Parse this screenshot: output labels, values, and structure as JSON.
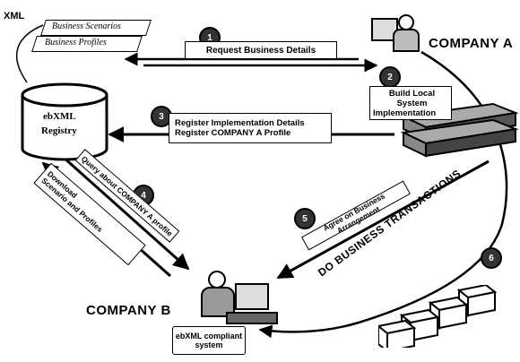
{
  "diagram": {
    "xml_label": "XML",
    "docs": {
      "scenarios": "Business Scenarios",
      "profiles": "Business Profiles"
    },
    "registry": {
      "line1": "ebXML",
      "line2": "Registry"
    },
    "company_a": "COMPANY A",
    "company_b": "COMPANY B",
    "steps": {
      "request": "Request Business Details",
      "build_line1": "Build Local System",
      "build_line2": "Implementation",
      "register_line1": "Register Implementation Details",
      "register_line2": "Register COMPANY A Profile",
      "query": "Query about COMPANY A profile",
      "download_line1": "Download",
      "download_line2": "Scenario and Profiles",
      "agree": "Agree on Business Arrangement",
      "do_transactions": "DO BUSINESS TRANSACTIONS",
      "compliant_line1": "ebXML compliant",
      "compliant_line2": "system"
    },
    "step_numbers": [
      "1",
      "2",
      "3",
      "4",
      "5",
      "6"
    ]
  }
}
